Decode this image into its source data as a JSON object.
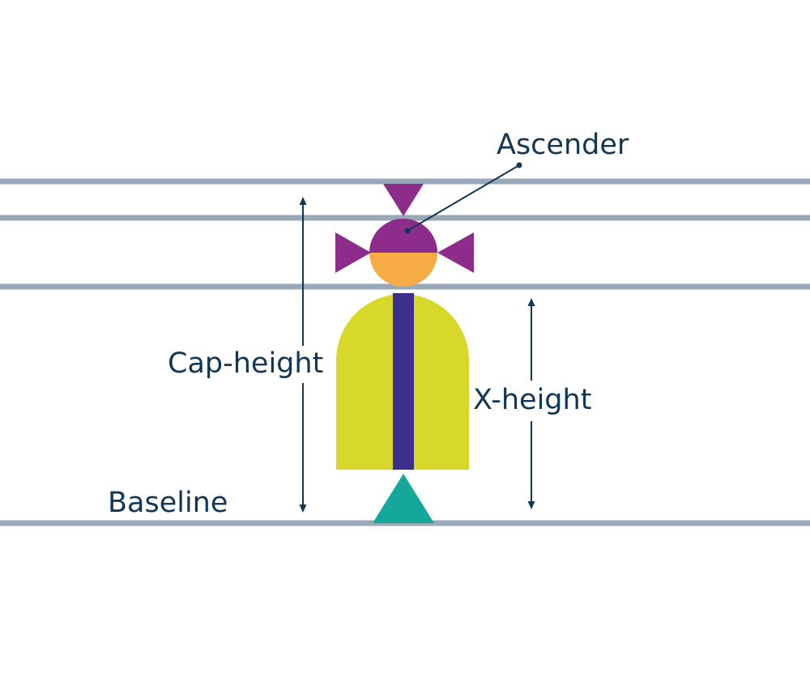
{
  "labels": {
    "ascender": "Ascender",
    "cap_height": "Cap-height",
    "x_height": "X-height",
    "baseline": "Baseline"
  },
  "colors": {
    "guide_line": "#98a8b6",
    "text": "#123754",
    "arrow": "#123754",
    "hat": "#8e2c8c",
    "face": "#f7ab45",
    "robe": "#d7d829",
    "stripe": "#3b2f8c",
    "foot": "#13a89a"
  }
}
